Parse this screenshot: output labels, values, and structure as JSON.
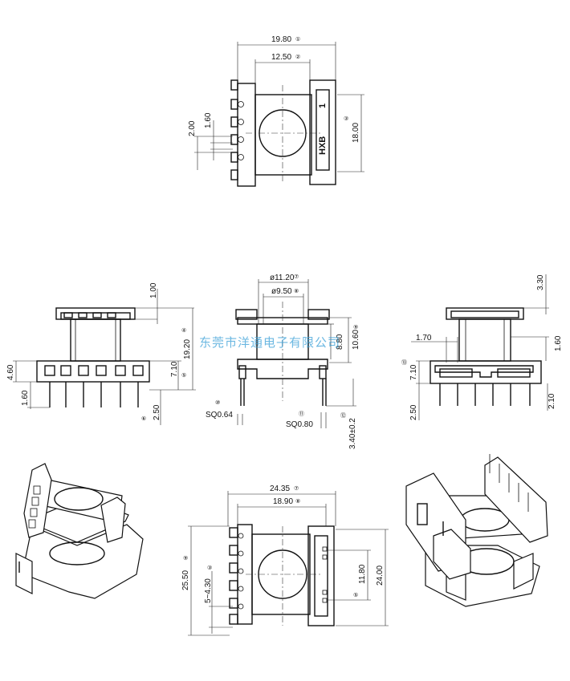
{
  "dimensions": {
    "top_view": {
      "w_outer": "19.80",
      "w_inner": "12.50",
      "pin_pitch_a": "2.00",
      "pin_pitch_b": "1.60",
      "height": "18.00",
      "marking_brand": "HXB",
      "marking_num": "1"
    },
    "side_view": {
      "top_gap": "1.00",
      "total_h": "19.20",
      "base_h": "7.10",
      "pin_section": "4.60",
      "pin_len": "1.60",
      "foot": "2.50"
    },
    "front_view": {
      "d_outer": "ø11.20",
      "d_inner": "ø9.50",
      "h_a": "8.80",
      "h_b": "10.60",
      "pin_sq_a": "SQ0.64",
      "pin_sq_b": "SQ0.80",
      "pin_len": "3.40±0.2"
    },
    "right_view": {
      "top_h": "3.30",
      "slot": "1.70",
      "gap": "1.60",
      "base_h": "7.10",
      "foot_a": "2.50",
      "foot_b": "2.10"
    },
    "bottom_view": {
      "w_outer": "24.35",
      "w_inner": "18.90",
      "height_outer": "25.50",
      "pins": "5~4.30",
      "h_inner": "11.80",
      "h_total": "24.00"
    }
  },
  "markers": {
    "a": "①",
    "b": "②",
    "c": "③",
    "d": "④",
    "e": "⑤",
    "f": "⑥",
    "g": "⑦",
    "h": "⑧",
    "i": "⑨",
    "j": "⑩",
    "k": "⑪",
    "l": "⑫",
    "m": "⑬"
  },
  "watermark": "东莞市洋通电子有限公司"
}
